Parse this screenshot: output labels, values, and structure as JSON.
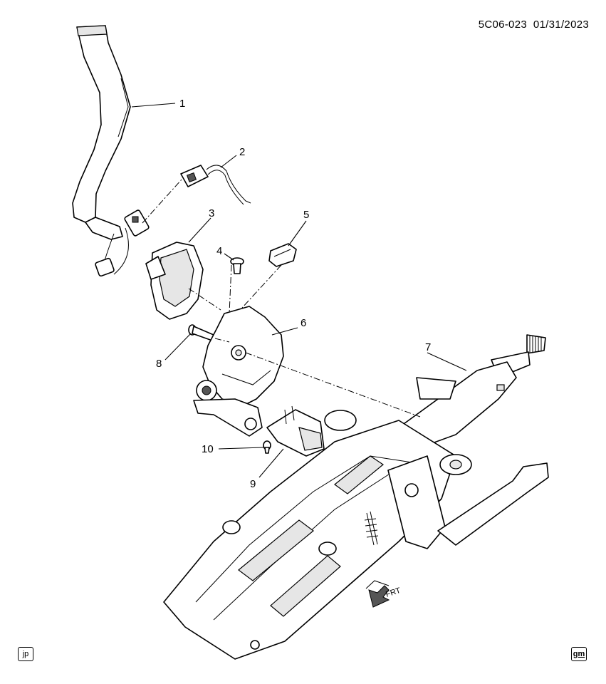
{
  "header": {
    "diagram_id": "5C06-023",
    "date": "01/31/2023"
  },
  "callouts": [
    {
      "number": "1"
    },
    {
      "number": "2"
    },
    {
      "number": "3"
    },
    {
      "number": "4"
    },
    {
      "number": "5"
    },
    {
      "number": "6"
    },
    {
      "number": "7"
    },
    {
      "number": "8"
    },
    {
      "number": "9"
    },
    {
      "number": "10"
    }
  ],
  "direction_arrow": {
    "label": "FRT"
  },
  "corner_badges": {
    "left": "jp",
    "right": "gm"
  }
}
